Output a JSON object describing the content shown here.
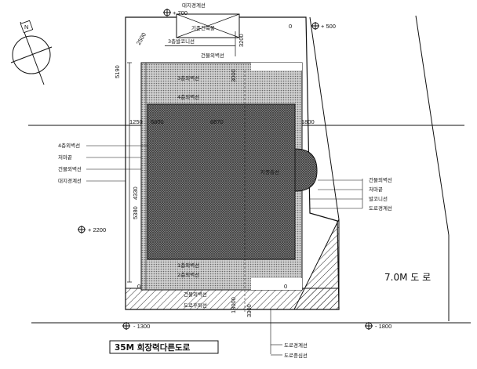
{
  "north_mark": "N",
  "road_east": "7.0M 도 로",
  "road_south_title": "35M 희장력다른도로",
  "labels": {
    "boundary_top": "대지경계선",
    "existing_building": "기존건축물",
    "third_floor_setback": "3층발코니선",
    "building_outline_top": "건물외벽선",
    "floor3_outer_wall": "3층외벽선",
    "floor4_outer_wall": "4층외벽선",
    "floor4_outer_wall_left": "4층외벽선",
    "eave_line_left": "처마끝",
    "building_outline_left": "건물외벽선",
    "boundary_left": "대지경계선",
    "pond": "지중층선",
    "building_outline_right": "건물외벽선",
    "eave_line_right": "처마끝",
    "balcony_line": "발코니선",
    "road_boundary_right": "도로경계선",
    "floor1_outer_wall": "1층외벽선",
    "floor2_outer_wall": "2층외벽선",
    "building_outline_bottom": "건물외벽선",
    "road_setback_bottom": "도로후퇴선",
    "road_boundary_bottom": "도로경계선",
    "road_centerline": "도로중심선"
  },
  "dimensions": {
    "top_dim_a": "2500",
    "top_dim_b": "3200",
    "left_dim_a": "5190",
    "left_dim_b": "4330",
    "left_dim_c": "5380",
    "mid_left": "1250",
    "mid_left_b": "6800",
    "mid_center": "6870",
    "mid_right": "1800",
    "vertical_right": "3000",
    "vertical_center": "18000",
    "bottom_dim": "3300"
  },
  "levels": {
    "top_level": "+ 700",
    "right_level": "+ 500",
    "right_zero": "0",
    "left_level": "+ 2200",
    "bottom_left_level": "- 1300",
    "bottom_right_level": "- 1800",
    "bottom_zero_left": "0",
    "bottom_zero_right": "0"
  }
}
